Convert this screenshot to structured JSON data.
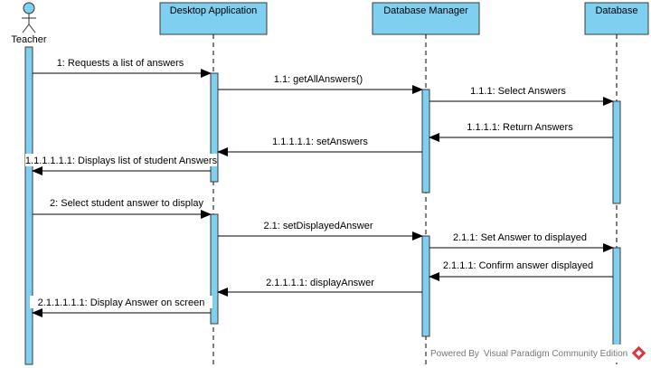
{
  "diagram": {
    "actor": {
      "name": "Teacher",
      "icon": "stick-figure-icon"
    },
    "lifelines": [
      {
        "id": "desktop",
        "name": "Desktop Application"
      },
      {
        "id": "dbmanager",
        "name": "Database Manager"
      },
      {
        "id": "database",
        "name": "Database"
      }
    ],
    "messages": [
      {
        "label": "1: Requests a list of answers",
        "from": "teacher",
        "to": "desktop"
      },
      {
        "label": "1.1: getAllAnswers()",
        "from": "desktop",
        "to": "dbmanager"
      },
      {
        "label": "1.1.1: Select Answers",
        "from": "dbmanager",
        "to": "database"
      },
      {
        "label": "1.1.1.1: Return Answers",
        "from": "database",
        "to": "dbmanager"
      },
      {
        "label": "1.1.1.1.1: setAnswers",
        "from": "dbmanager",
        "to": "desktop"
      },
      {
        "label": "1.1.1.1.1.1: Displays list of student Answers",
        "from": "desktop",
        "to": "teacher"
      },
      {
        "label": "2: Select student answer to display",
        "from": "teacher",
        "to": "desktop"
      },
      {
        "label": "2.1: setDisplayedAnswer",
        "from": "desktop",
        "to": "dbmanager"
      },
      {
        "label": "2.1.1: Set Answer to displayed",
        "from": "dbmanager",
        "to": "database"
      },
      {
        "label": "2.1.1.1: Confirm answer displayed",
        "from": "database",
        "to": "dbmanager"
      },
      {
        "label": "2.1.1.1.1: displayAnswer",
        "from": "dbmanager",
        "to": "desktop"
      },
      {
        "label": "2.1.1.1.1.1: Display Answer on screen",
        "from": "desktop",
        "to": "teacher"
      }
    ],
    "footer": {
      "text": "Powered By Visual Paradigm Community Edition",
      "logo": "visual-paradigm-logo-icon"
    },
    "colors": {
      "box_fill": "#7fd0f0",
      "box_stroke": "#3a3a3a",
      "line": "#000000",
      "logo": "#d9383a"
    }
  }
}
